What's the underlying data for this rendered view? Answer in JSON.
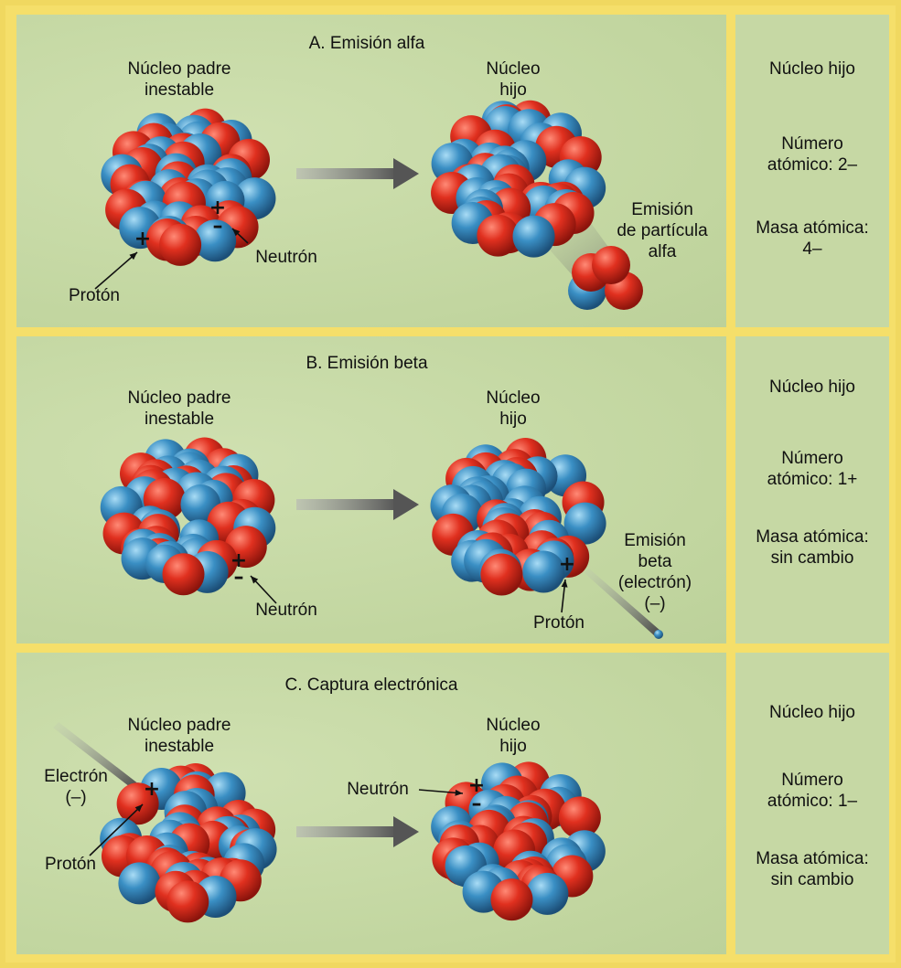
{
  "sections": [
    {
      "title": "A. Emisión alfa",
      "parent_label": "Núcleo padre\ninestable",
      "daughter_label": "Núcleo\nhijo",
      "emission_label": "Emisión\nde partícula\nalfa",
      "neutron_label": "Neutrón",
      "proton_label": "Protón",
      "side": {
        "daughter": "Núcleo hijo",
        "atomic_number": "Número\natómico: 2–",
        "atomic_mass": "Masa atómica:\n4–"
      }
    },
    {
      "title": "B. Emisión beta",
      "parent_label": "Núcleo padre\ninestable",
      "daughter_label": "Núcleo\nhijo",
      "emission_label": "Emisión\nbeta\n(electrón)\n(–)",
      "neutron_label": "Neutrón",
      "proton_label": "Protón",
      "side": {
        "daughter": "Núcleo hijo",
        "atomic_number": "Número\natómico: 1+",
        "atomic_mass": "Masa atómica:\nsin cambio"
      }
    },
    {
      "title": "C. Captura electrónica",
      "parent_label": "Núcleo padre\ninestable",
      "daughter_label": "Núcleo\nhijo",
      "electron_label": "Electrón\n(–)",
      "proton_label": "Protón",
      "neutron_label": "Neutrón",
      "side": {
        "daughter": "Núcleo hijo",
        "atomic_number": "Número\natómico: 1–",
        "atomic_mass": "Masa atómica:\nsin cambio"
      }
    }
  ],
  "colors": {
    "proton": "#d42a1e",
    "neutron": "#3a8fc4",
    "panel": "#c9dba9",
    "border": "#f5df6a",
    "arrow": "#6e6e6e"
  },
  "symbols": {
    "plus": "+",
    "minus": "–"
  }
}
